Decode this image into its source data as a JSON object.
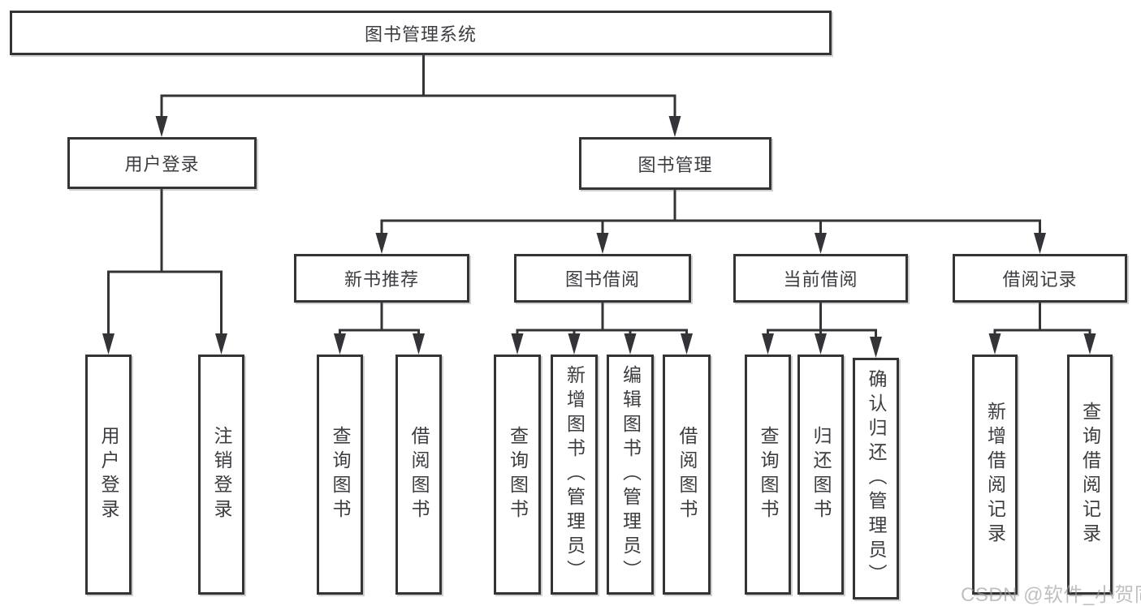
{
  "colors": {
    "line": "#333338",
    "text": "#3d3d41",
    "box-bg": "#ffffff",
    "watermark": "rgba(158,158,158,0.65)"
  },
  "watermark": {
    "text": "CSDN @软件_小贺同学"
  },
  "tree": {
    "root": {
      "label": "图书管理系统"
    },
    "branches": [
      {
        "label": "用户登录",
        "children": [
          {
            "label": "用户登录"
          },
          {
            "label": "注销登录"
          }
        ]
      },
      {
        "label": "图书管理",
        "children": [
          {
            "label": "新书推荐",
            "children": [
              {
                "label": "查询图书"
              },
              {
                "label": "借阅图书"
              }
            ]
          },
          {
            "label": "图书借阅",
            "children": [
              {
                "label": "查询图书"
              },
              {
                "label": "新增图书（管理员）"
              },
              {
                "label": "编辑图书（管理员）"
              },
              {
                "label": "借阅图书"
              }
            ]
          },
          {
            "label": "当前借阅",
            "children": [
              {
                "label": "查询图书"
              },
              {
                "label": "归还图书"
              },
              {
                "label": "确认归还（管理员）"
              }
            ]
          },
          {
            "label": "借阅记录",
            "children": [
              {
                "label": "新增借阅记录"
              },
              {
                "label": "查询借阅记录"
              }
            ]
          }
        ]
      }
    ]
  }
}
